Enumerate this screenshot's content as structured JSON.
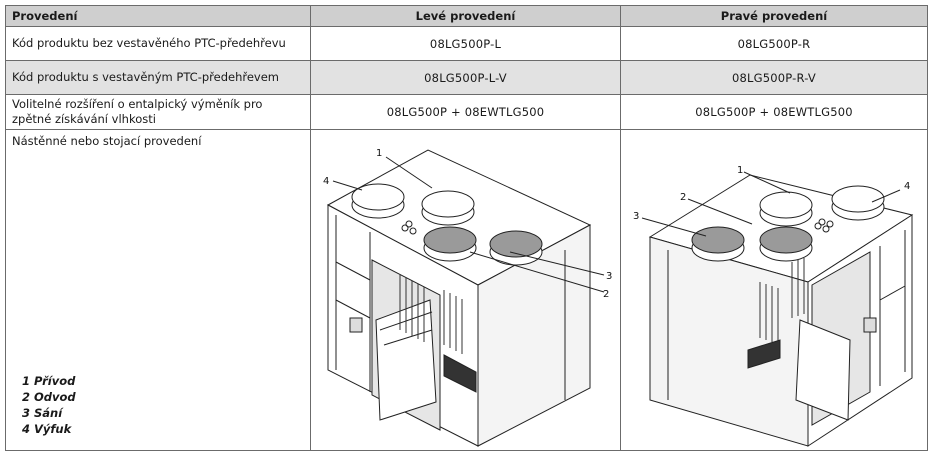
{
  "table": {
    "header": {
      "col1": "Provedení",
      "col2": "Levé provedení",
      "col3": "Pravé provedení"
    },
    "rows": [
      {
        "label": "Kód produktu bez vestavěného PTC-předehřevu",
        "left": "08LG500P-L",
        "right": "08LG500P-R"
      },
      {
        "label": "Kód produktu s vestavěným PTC-předehřevem",
        "left": "08LG500P-L-V",
        "right": "08LG500P-R-V"
      },
      {
        "label": "Volitelné rozšíření o entalpický výměník pro zpětné získávání vlhkosti",
        "left": "08LG500P + 08EWTLG500",
        "right": "08LG500P + 08EWTLG500"
      }
    ],
    "drawing_row_label": "Nástěnné nebo stojací provedení"
  },
  "legend": [
    "1  Přívod",
    "2  Odvod",
    "3  Sání",
    "4  Výfuk"
  ],
  "left_callouts": {
    "n1": "1",
    "n2": "2",
    "n3": "3",
    "n4": "4"
  },
  "right_callouts": {
    "n1": "1",
    "n2": "2",
    "n3": "3",
    "n4": "4"
  }
}
